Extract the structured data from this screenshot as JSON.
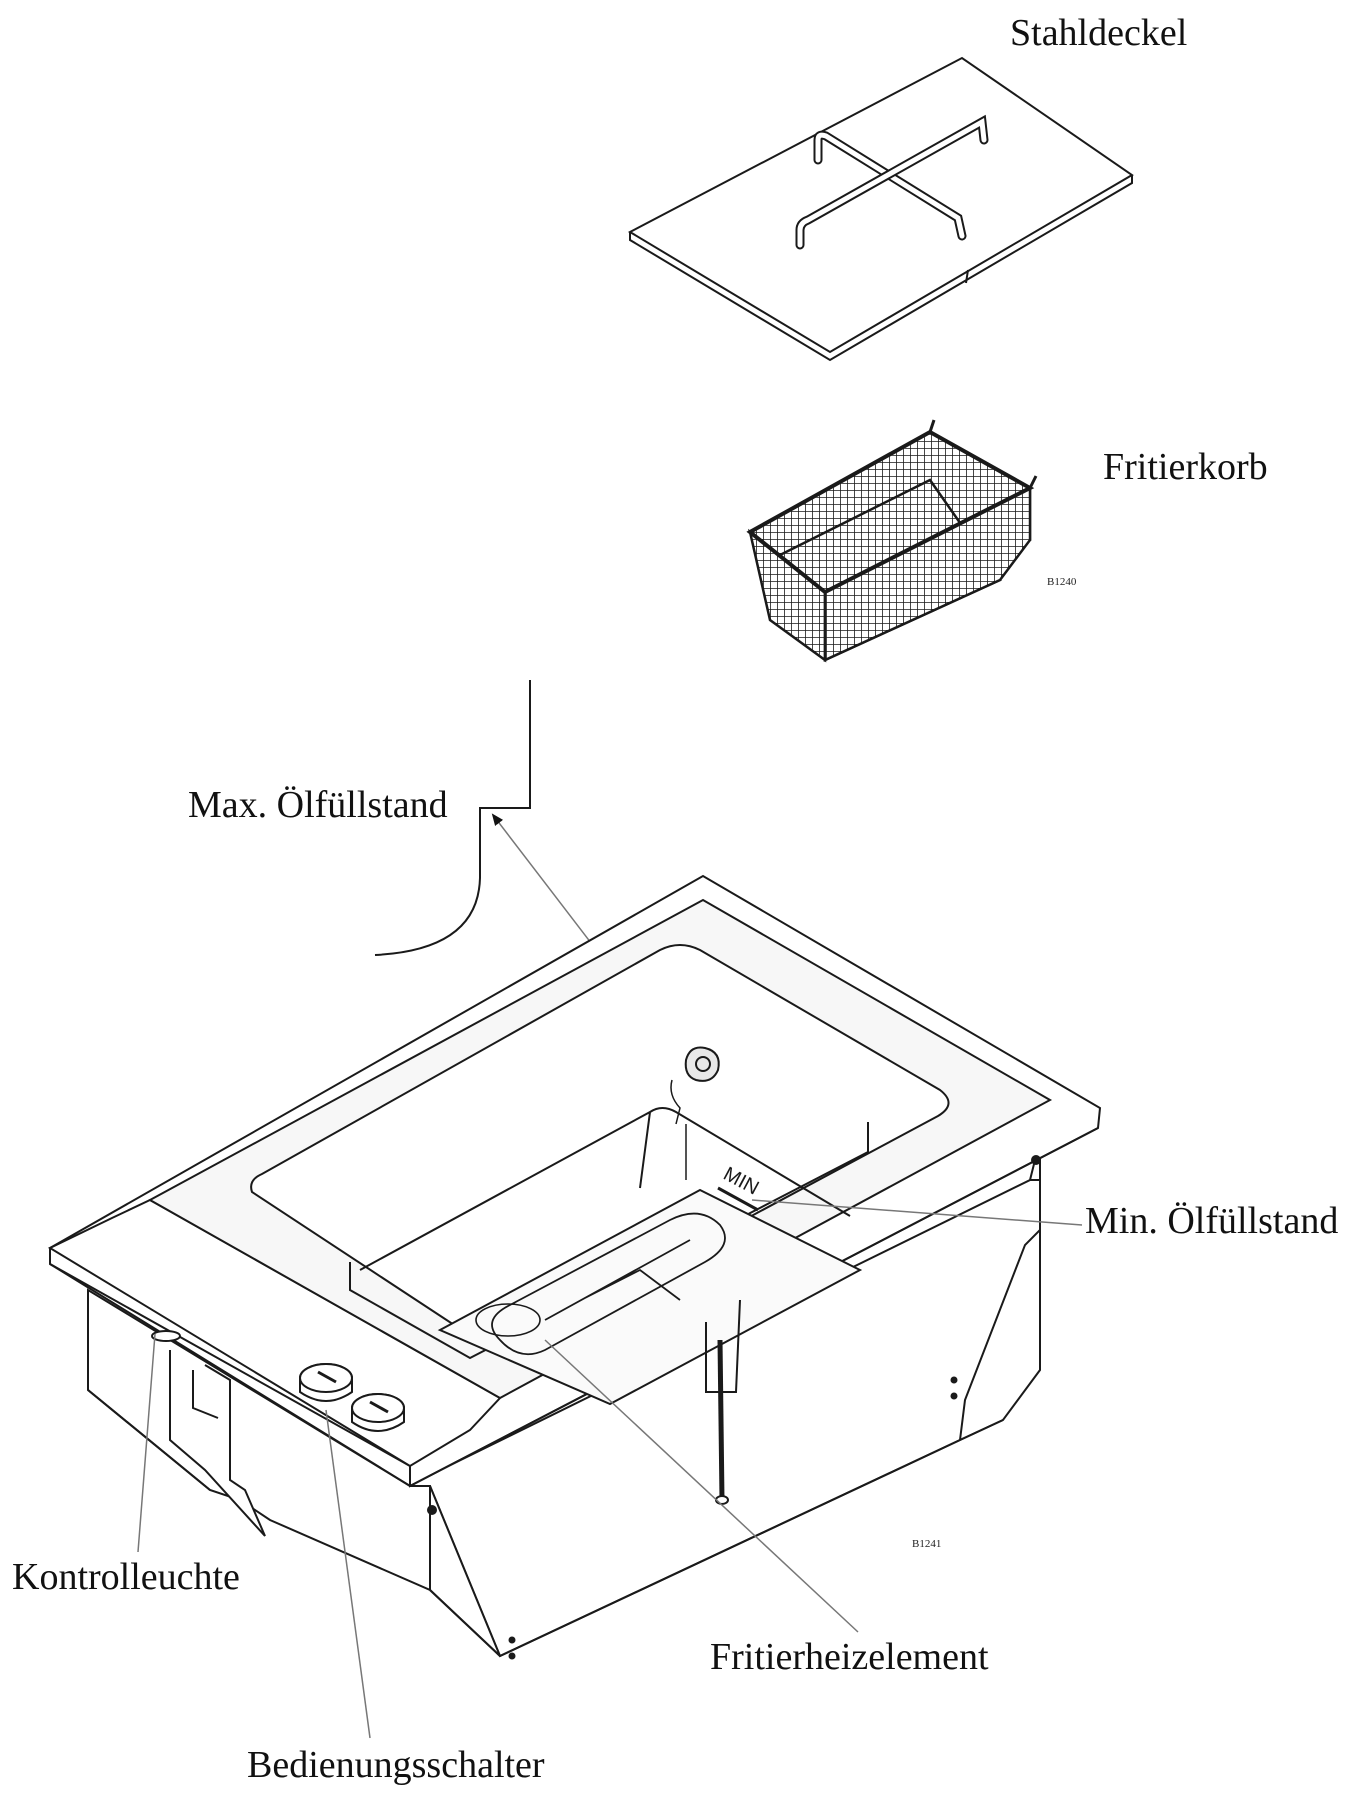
{
  "labels": {
    "lid": "Stahldeckel",
    "basket": "Fritierkorb",
    "max_level": "Max. Ölfüllstand",
    "min_level": "Min. Ölfüllstand",
    "indicator_light": "Kontrolleuchte",
    "heating_element": "Fritierheizelement",
    "control_switch": "Bedienungsschalter"
  },
  "codes": {
    "basket_drawing": "B1240",
    "fryer_drawing": "B1241"
  },
  "marks": {
    "min": "MIN"
  },
  "colors": {
    "line": "#1a1a1a",
    "leader": "#777777",
    "background": "#ffffff"
  }
}
